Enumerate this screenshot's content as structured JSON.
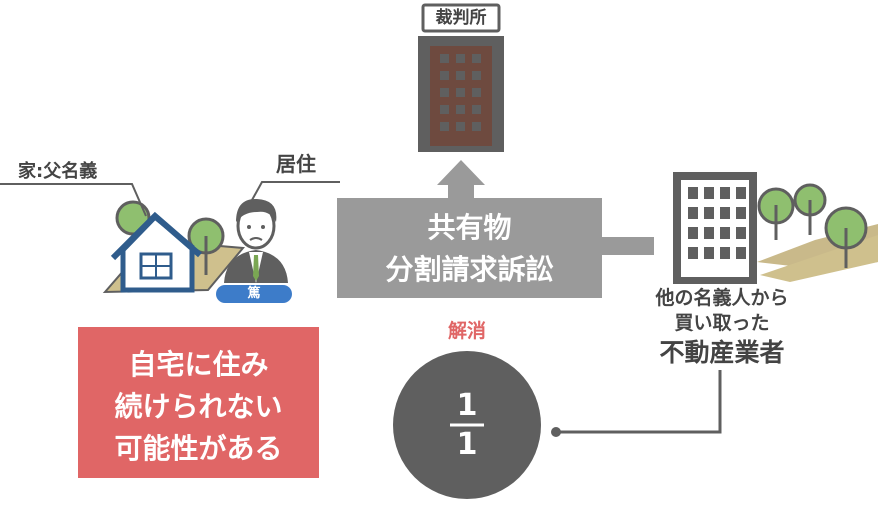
{
  "labels": {
    "house_owner": "家:父名義",
    "residence": "居住",
    "resident_badge": "篤",
    "court": "裁判所",
    "lawsuit_line1": "共有物",
    "lawsuit_line2": "分割請求訴訟",
    "dissolution": "解消",
    "fraction_numerator": "1",
    "fraction_denominator": "1",
    "buyer_line1": "他の名義人から",
    "buyer_line2": "買い取った",
    "buyer_line3": "不動産業者",
    "result_line1": "自宅に住み",
    "result_line2": "続けられない",
    "result_line3": "可能性がある"
  },
  "colors": {
    "gray_dark": "#5f5f5f",
    "gray_mid": "#9a9a9a",
    "court_window": "#6e4a3f",
    "red_box": "#e06666",
    "accent_red": "#e06666",
    "badge_blue": "#3d7cc9",
    "tree_green": "#8fbf6f",
    "house_blue": "#2f5c8c"
  },
  "icons": [
    "house-icon",
    "man-icon",
    "court-building-icon",
    "office-building-icon",
    "tree-icon"
  ]
}
